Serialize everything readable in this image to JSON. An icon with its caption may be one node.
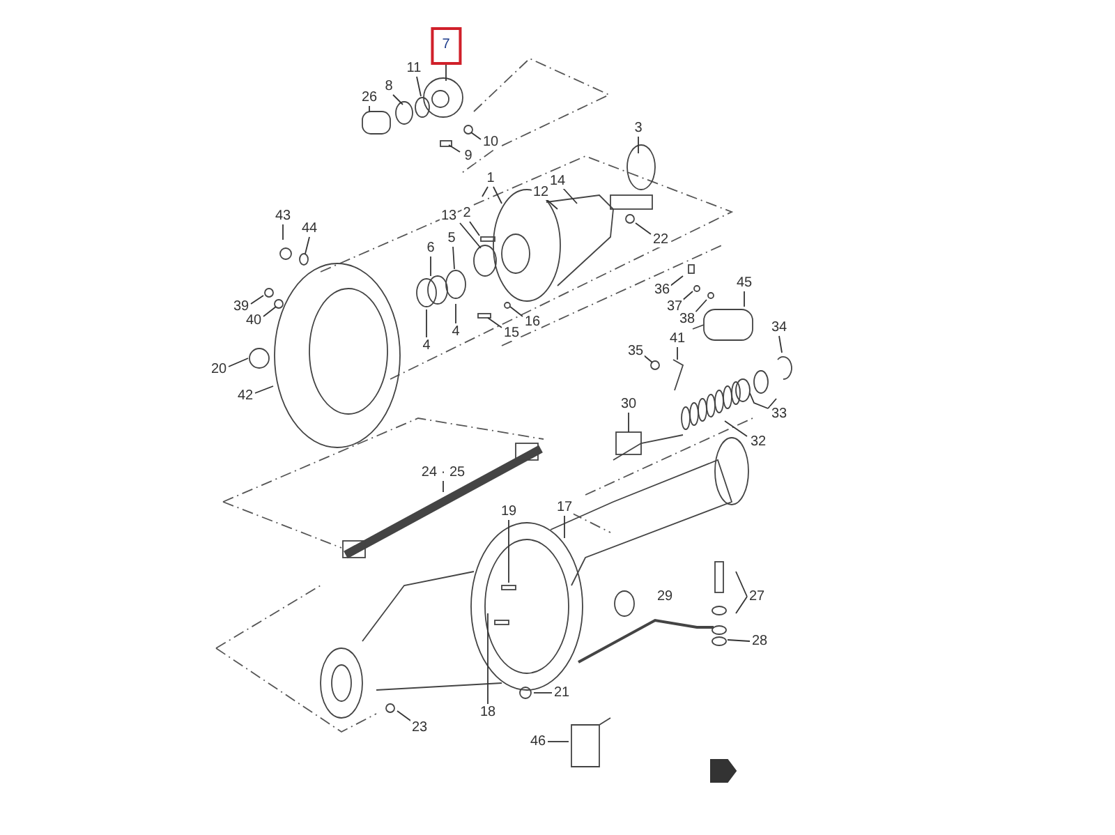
{
  "diagram": {
    "nodes": [
      {
        "text": [
          "7"
        ]
      },
      {
        "text": [
          "11"
        ]
      },
      {
        "text": [
          "8"
        ]
      },
      {
        "text": [
          "26"
        ]
      },
      {
        "text": [
          "10"
        ]
      },
      {
        "text": [
          "9"
        ]
      },
      {
        "text": [
          "3"
        ]
      },
      {
        "text": [
          "1"
        ]
      },
      {
        "text": [
          "2"
        ]
      },
      {
        "text": [
          "14"
        ]
      },
      {
        "text": [
          "12"
        ]
      },
      {
        "text": [
          "13"
        ]
      },
      {
        "text": [
          "22"
        ]
      },
      {
        "text": [
          "43"
        ]
      },
      {
        "text": [
          "44"
        ]
      },
      {
        "text": [
          "6"
        ]
      },
      {
        "text": [
          "5"
        ]
      },
      {
        "text": [
          "39"
        ]
      },
      {
        "text": [
          "40"
        ]
      },
      {
        "text": [
          "4"
        ]
      },
      {
        "text": [
          "4"
        ]
      },
      {
        "text": [
          "16"
        ]
      },
      {
        "text": [
          "15"
        ]
      },
      {
        "text": [
          "36"
        ]
      },
      {
        "text": [
          "37"
        ]
      },
      {
        "text": [
          "38"
        ]
      },
      {
        "text": [
          "45"
        ]
      },
      {
        "text": [
          "34"
        ]
      },
      {
        "text": [
          "35"
        ]
      },
      {
        "text": [
          "41"
        ]
      },
      {
        "text": [
          "20"
        ]
      },
      {
        "text": [
          "42"
        ]
      },
      {
        "text": [
          "30"
        ]
      },
      {
        "text": [
          "33"
        ]
      },
      {
        "text": [
          "32"
        ]
      },
      {
        "text": [
          "24 · 25"
        ]
      },
      {
        "text": [
          "17"
        ]
      },
      {
        "text": [
          "19"
        ]
      },
      {
        "text": [
          "27"
        ]
      },
      {
        "text": [
          "28"
        ]
      },
      {
        "text": [
          "21"
        ]
      },
      {
        "text": [
          "18"
        ]
      },
      {
        "text": [
          "46"
        ]
      },
      {
        "text": [
          "23"
        ]
      },
      {
        "text": [
          "29"
        ]
      }
    ],
    "edges": [
      {
        "from": 0,
        "to": null,
        "arrow": "none"
      },
      {
        "from": 1,
        "to": null,
        "arrow": "none"
      },
      {
        "from": 2,
        "to": null,
        "arrow": "none"
      },
      {
        "from": 3,
        "to": null,
        "arrow": "none"
      },
      {
        "from": 4,
        "to": null,
        "arrow": "none"
      },
      {
        "from": 5,
        "to": null,
        "arrow": "none"
      },
      {
        "from": 6,
        "to": null,
        "arrow": "none"
      },
      {
        "from": 7,
        "to": null,
        "arrow": "none"
      },
      {
        "from": 7,
        "to": null,
        "arrow": "none"
      },
      {
        "from": 8,
        "to": null,
        "arrow": "none"
      },
      {
        "from": 9,
        "to": null,
        "arrow": "none"
      },
      {
        "from": 10,
        "to": null,
        "arrow": "none"
      },
      {
        "from": 11,
        "to": null,
        "arrow": "none"
      },
      {
        "from": 12,
        "to": null,
        "arrow": "none"
      },
      {
        "from": 13,
        "to": null,
        "arrow": "none"
      },
      {
        "from": 14,
        "to": null,
        "arrow": "none"
      },
      {
        "from": 15,
        "to": null,
        "arrow": "none"
      },
      {
        "from": 16,
        "to": null,
        "arrow": "none"
      },
      {
        "from": 17,
        "to": null,
        "arrow": "none"
      },
      {
        "from": 18,
        "to": null,
        "arrow": "none"
      },
      {
        "from": 19,
        "to": null,
        "arrow": "none"
      },
      {
        "from": 20,
        "to": null,
        "arrow": "none"
      },
      {
        "from": 21,
        "to": null,
        "arrow": "none"
      },
      {
        "from": 22,
        "to": null,
        "arrow": "none"
      },
      {
        "from": 23,
        "to": null,
        "arrow": "none"
      },
      {
        "from": 24,
        "to": null,
        "arrow": "none"
      },
      {
        "from": 25,
        "to": null,
        "arrow": "none"
      },
      {
        "from": 26,
        "to": null,
        "arrow": "none"
      },
      {
        "from": 27,
        "to": null,
        "arrow": "none"
      },
      {
        "from": 28,
        "to": null,
        "arrow": "none"
      },
      {
        "from": 29,
        "to": null,
        "arrow": "none"
      },
      {
        "from": 30,
        "to": null,
        "arrow": "none"
      },
      {
        "from": 31,
        "to": null,
        "arrow": "none"
      },
      {
        "from": 32,
        "to": null,
        "arrow": "none"
      },
      {
        "from": 33,
        "to": null,
        "arrow": "none"
      },
      {
        "from": 33,
        "to": null,
        "arrow": "none"
      },
      {
        "from": 34,
        "to": null,
        "arrow": "none"
      },
      {
        "from": 35,
        "to": null,
        "arrow": "none"
      },
      {
        "from": 36,
        "to": null,
        "arrow": "none"
      },
      {
        "from": 37,
        "to": null,
        "arrow": "none"
      },
      {
        "from": 38,
        "to": null,
        "arrow": "none"
      },
      {
        "from": 38,
        "to": null,
        "arrow": "none"
      },
      {
        "from": 39,
        "to": null,
        "arrow": "none"
      },
      {
        "from": 40,
        "to": null,
        "arrow": "none"
      },
      {
        "from": 41,
        "to": null,
        "arrow": "none"
      },
      {
        "from": 42,
        "to": null,
        "arrow": "none"
      },
      {
        "from": 43,
        "to": null,
        "arrow": "none"
      }
    ]
  }
}
